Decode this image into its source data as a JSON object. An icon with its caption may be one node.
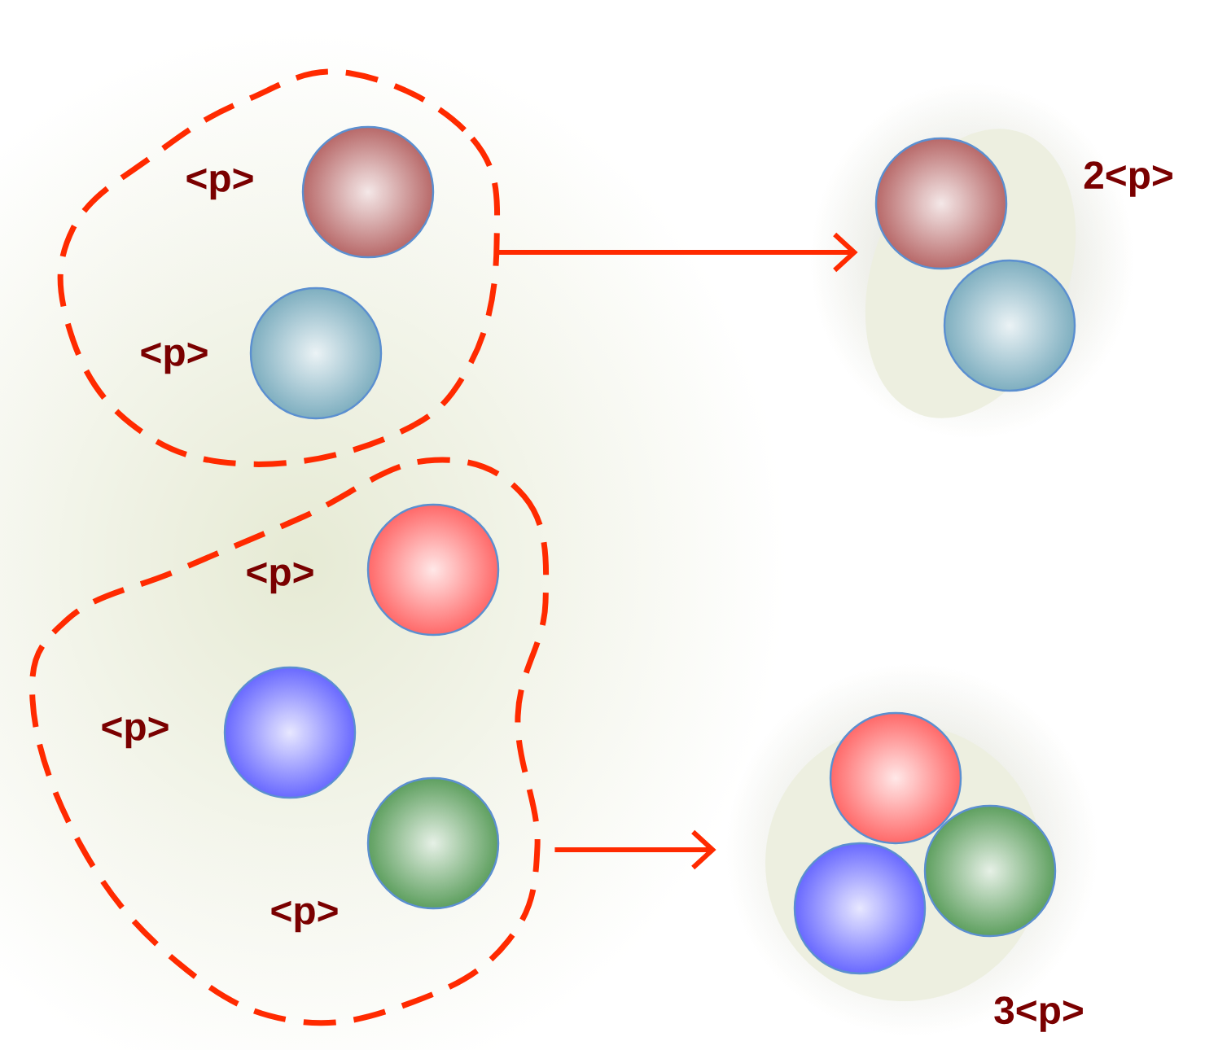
{
  "diagram": {
    "nodes": [
      {
        "text": [],
        "shape": "blob"
      },
      {
        "text": [],
        "shape": "circle",
        "beside": [
          "<p>"
        ],
        "in": 0
      },
      {
        "text": [],
        "shape": "circle",
        "beside": [
          "<p>"
        ],
        "in": 0
      },
      {
        "text": [],
        "shape": "ellipse",
        "beside": [
          "2<p>"
        ]
      },
      {
        "text": [],
        "shape": "circle",
        "in": 3
      },
      {
        "text": [],
        "shape": "circle",
        "in": 3
      },
      {
        "text": [],
        "shape": "blob"
      },
      {
        "text": [],
        "shape": "circle",
        "beside": [
          "<p>"
        ],
        "in": 6
      },
      {
        "text": [],
        "shape": "circle",
        "beside": [
          "<p>"
        ],
        "in": 6
      },
      {
        "text": [],
        "shape": "circle",
        "beside": [
          "<p>"
        ],
        "in": 6
      },
      {
        "text": [],
        "shape": "ellipse",
        "beside": [
          "3<p>"
        ]
      },
      {
        "text": [],
        "shape": "circle",
        "in": 10
      },
      {
        "text": [],
        "shape": "circle",
        "in": 10
      },
      {
        "text": [],
        "shape": "circle",
        "in": 10
      }
    ],
    "edges": [
      {
        "from": 0,
        "to": 3,
        "arrow": "to"
      },
      {
        "from": 6,
        "to": 10,
        "arrow": "to"
      }
    ]
  }
}
